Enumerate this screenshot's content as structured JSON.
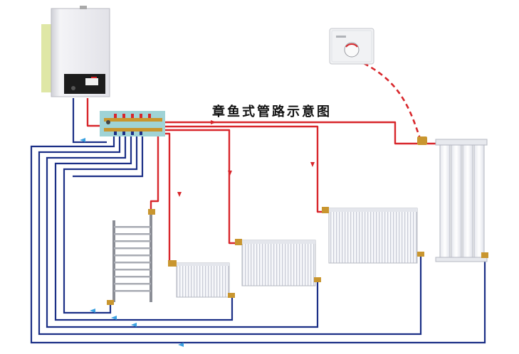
{
  "diagram": {
    "title": "章鱼式管路示意图",
    "colors": {
      "supply_pipe": "#d8262b",
      "return_pipe": "#1b2f86",
      "control_wire": "#d8262b",
      "manifold": "#9fd3d6",
      "boiler_body": "#e9e9ee",
      "boiler_panel": "#1c1c1c",
      "radiator": "#f4f5f8",
      "flow_arrow_return": "#3aa0e0"
    },
    "components": [
      "wall-boiler",
      "room-thermostat",
      "distribution-manifold",
      "towel-rail-radiator",
      "small-panel-radiator",
      "medium-panel-radiator",
      "large-panel-radiator",
      "column-radiator"
    ]
  }
}
